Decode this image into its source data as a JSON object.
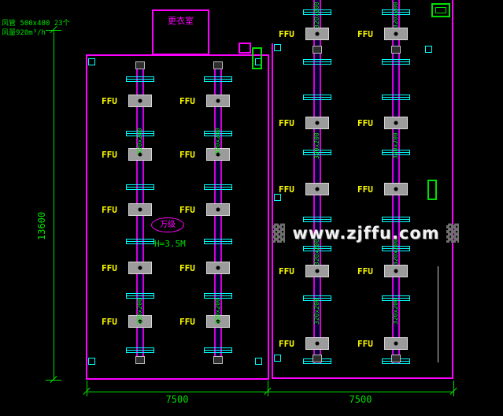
{
  "annotations": {
    "duct_spec": "风管 500x400 23个",
    "airflow": "风量920m³/h",
    "dressing_room": "更衣室",
    "cleanliness_class": "万级",
    "ceiling_height": "H=3.5M",
    "watermark": "www.zjffu.com",
    "watermark_block": "▓"
  },
  "dimensions": {
    "overall_height": "13600",
    "left_bay_width": "7500",
    "right_bay_width": "7500"
  },
  "labels": {
    "ffu": "FFU",
    "duct_size": "320x200"
  },
  "colors": {
    "background": "#000000",
    "wall_magenta": "#ff00ff",
    "duct_magenta": "#d400d4",
    "dimension_green": "#00e000",
    "grille_cyan": "#00ffff",
    "ffu_label_yellow": "#ffff00",
    "ffu_fill_gray": "#9c9c9c",
    "watermark_white": "#f2f2f2"
  }
}
